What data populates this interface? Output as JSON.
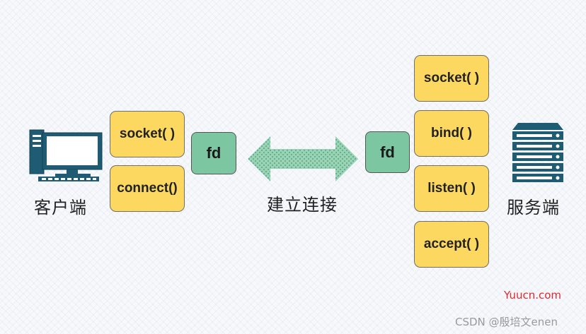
{
  "client": {
    "label": "客户端",
    "icon": "desktop-computer-icon",
    "functions": [
      "socket( )",
      "connect()"
    ],
    "fd_label": "fd"
  },
  "connection": {
    "label": "建立连接",
    "icon": "double-arrow-icon"
  },
  "server": {
    "label": "服务端",
    "icon": "server-rack-icon",
    "functions": [
      "socket( )",
      "bind( )",
      "listen( )",
      "accept( )"
    ],
    "fd_label": "fd"
  },
  "watermarks": {
    "site": "Yuucn.com",
    "credit": "CSDN @殷培文enen"
  },
  "colors": {
    "function_box": "#fcd860",
    "fd_box": "#7dc6a2",
    "arrow": "#7dc6a2",
    "site_watermark": "#e0282e"
  }
}
